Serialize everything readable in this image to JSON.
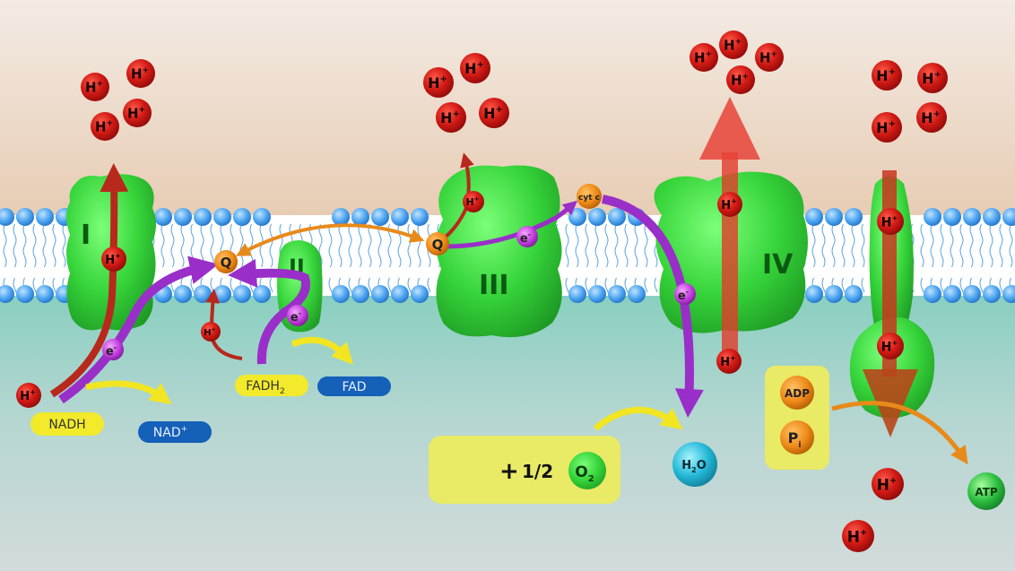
{
  "complexes": {
    "c1": "I",
    "c2": "II",
    "c3": "III",
    "c4": "IV"
  },
  "carriers": {
    "quinone": "Q",
    "cytc": "cyt c",
    "electron": "e",
    "electron_charge": "-"
  },
  "ions": {
    "proton": "H",
    "proton_charge": "+"
  },
  "molecules": {
    "nadh": "NADH",
    "nad_base": "NAD",
    "nad_charge": "+",
    "fadh_base": "FADH",
    "fadh_sub": "2",
    "fad": "FAD",
    "water_h": "H",
    "water_sub": "2",
    "water_o": "O",
    "oxygen_base": "O",
    "oxygen_sub": "2",
    "plus": "+",
    "half": "1/2",
    "adp": "ADP",
    "pi_base": "P",
    "pi_sub": "i",
    "atp": "ATP"
  },
  "colors": {
    "intermembrane_top": "#f2e8e0",
    "intermembrane_bottom": "#e6cdb4",
    "matrix_top": "#8fd3c4",
    "matrix_bottom": "#d2dbdc",
    "protein": "#33d13a",
    "proton": "#cc1a1a",
    "electron_path": "#9a2ec9",
    "quinone": "#e88a1a",
    "yellow_arrow": "#f2e623",
    "nad_pill": "#1560b8",
    "water": "#25b9d6",
    "atp": "#2cbd3e"
  }
}
